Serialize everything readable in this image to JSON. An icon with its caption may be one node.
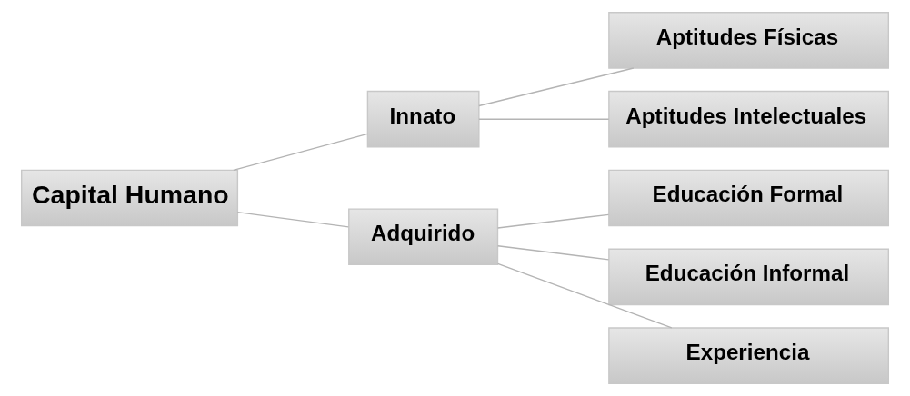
{
  "diagram": {
    "nodes": [
      {
        "text": [
          "Capital Humano"
        ]
      },
      {
        "text": [
          "Innato"
        ]
      },
      {
        "text": [
          "Adquirido"
        ]
      },
      {
        "text": [
          "Aptitudes Físicas"
        ]
      },
      {
        "text": [
          "Aptitudes Intelectuales"
        ]
      },
      {
        "text": [
          "Educación Formal"
        ]
      },
      {
        "text": [
          "Educación Informal"
        ]
      },
      {
        "text": [
          "Experiencia"
        ]
      }
    ],
    "edges": [
      {
        "from": 0,
        "to": 1,
        "arrow": "none"
      },
      {
        "from": 0,
        "to": 2,
        "arrow": "none"
      },
      {
        "from": 1,
        "to": 3,
        "arrow": "none"
      },
      {
        "from": 1,
        "to": 4,
        "arrow": "none"
      },
      {
        "from": 2,
        "to": 5,
        "arrow": "none"
      },
      {
        "from": 2,
        "to": 6,
        "arrow": "none"
      },
      {
        "from": 2,
        "to": 7,
        "arrow": "none"
      }
    ]
  }
}
